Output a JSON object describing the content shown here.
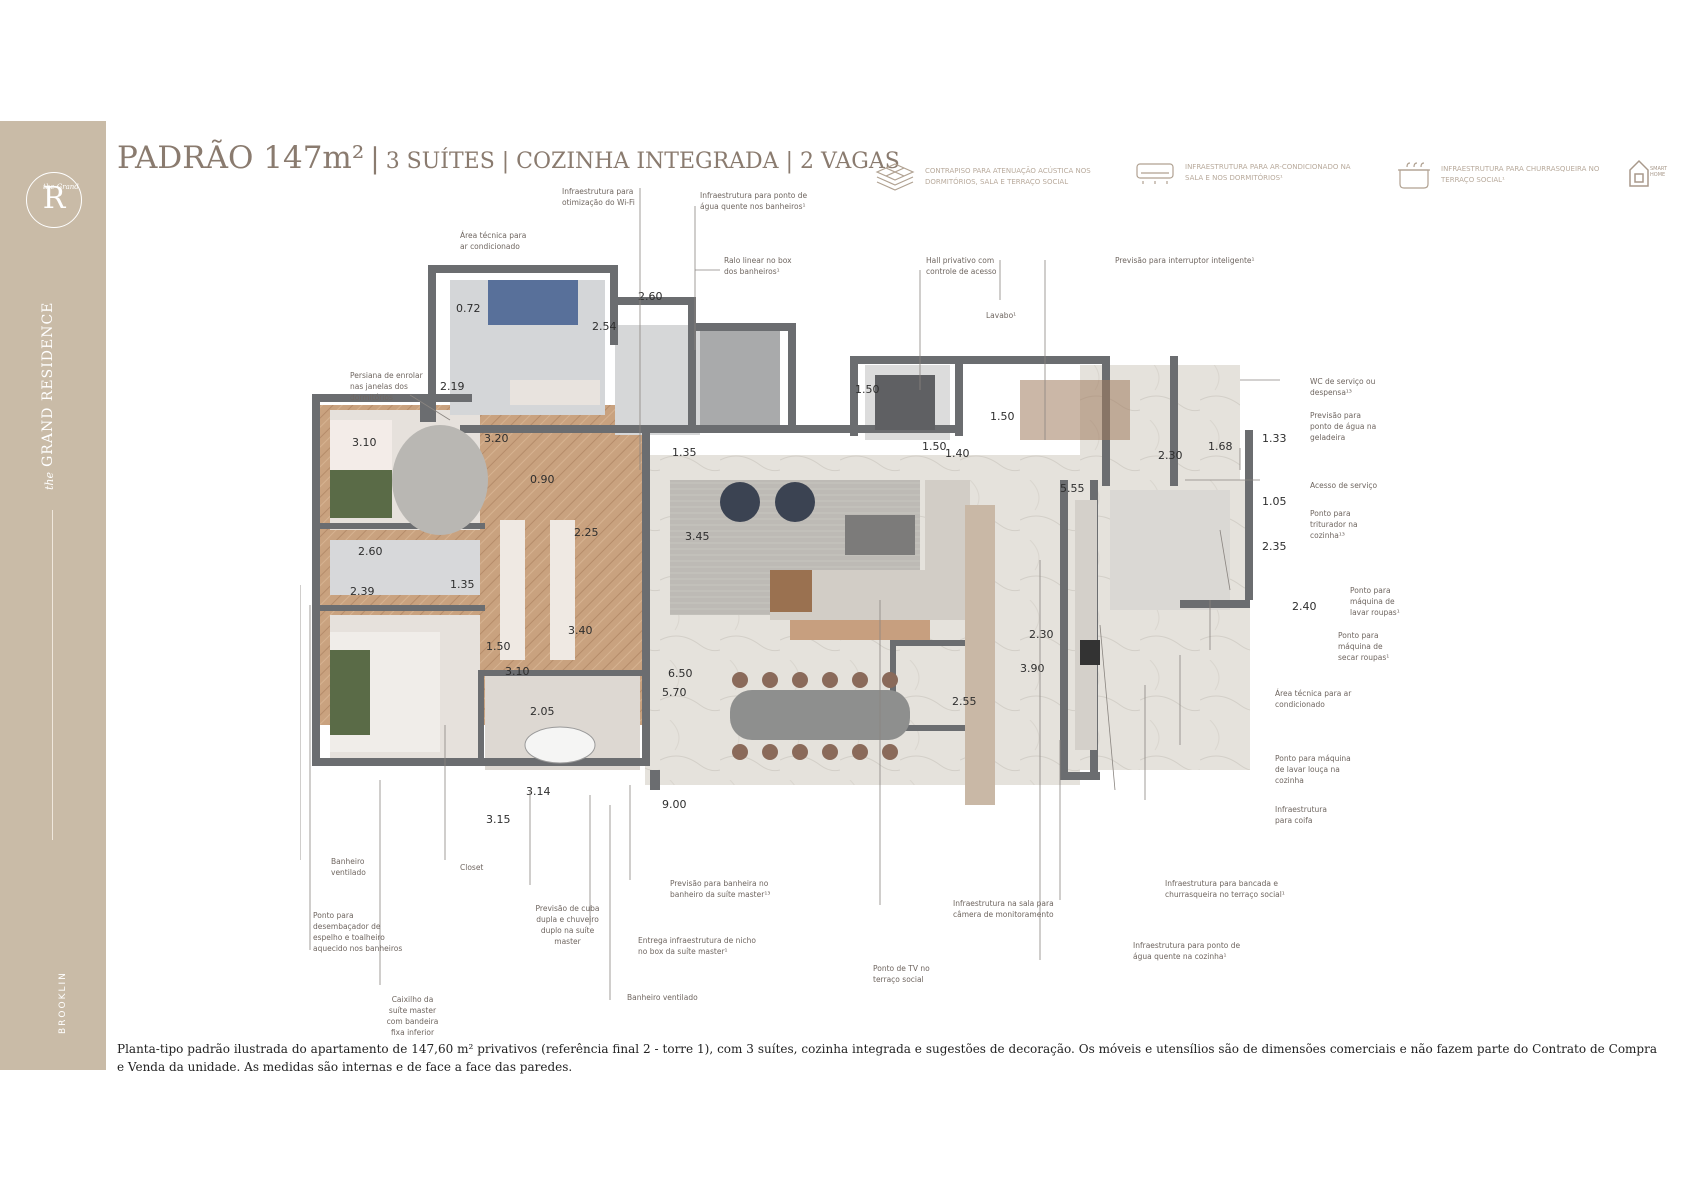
{
  "sidebar": {
    "logo_letter": "R",
    "logo_small": "the Grand",
    "brand_the": "the",
    "brand_name": "GRAND RESIDENCE",
    "location": "BROOKLIN"
  },
  "header": {
    "title_main": "PADRÃO 147m²",
    "title_sep": "|",
    "title_rest": "3 SUÍTES | COZINHA INTEGRADA | 2 VAGAS"
  },
  "features": [
    {
      "icon": "acoustic-layers-icon",
      "text": "CONTRAPISO PARA ATENUAÇÃO ACÚSTICA NOS DORMITÓRIOS, SALA E TERRAÇO SOCIAL"
    },
    {
      "icon": "air-conditioner-icon",
      "text": "INFRAESTRUTURA PARA AR-CONDICIONADO NA SALA E NOS DORMITÓRIOS¹"
    },
    {
      "icon": "grill-icon",
      "text": "INFRAESTRUTURA PARA CHURRASQUEIRA NO TERRAÇO SOCIAL¹"
    }
  ],
  "smart_badge": "SMART HOME",
  "annotations": [
    {
      "text": "Infraestrutura para otimização do Wi-Fi"
    },
    {
      "text": "Infraestrutura para ponto de água quente nos banheiros¹"
    },
    {
      "text": "Área técnica para ar condicionado"
    },
    {
      "text": "Ralo linear no box dos banheiros¹"
    },
    {
      "text": "Hall privativo com controle de acesso"
    },
    {
      "text": "Previsão para interruptor inteligente¹"
    },
    {
      "text": "Lavabo¹"
    },
    {
      "text": "Persiana de enrolar nas janelas dos dormitórios"
    },
    {
      "text": "WC de serviço ou despensa¹³"
    },
    {
      "text": "Previsão para ponto de água na geladeira"
    },
    {
      "text": "Acesso de serviço"
    },
    {
      "text": "Ponto para triturador na cozinha¹³"
    },
    {
      "text": "Ponto para máquina de lavar roupas¹"
    },
    {
      "text": "Ponto para máquina de secar roupas¹"
    },
    {
      "text": "Área técnica para ar condicionado"
    },
    {
      "text": "Ponto para máquina de lavar louça na cozinha"
    },
    {
      "text": "Infraestrutura para coifa"
    },
    {
      "text": "Banheiro ventilado"
    },
    {
      "text": "Closet"
    },
    {
      "text": "Ponto para desembaçador de espelho e toalheiro aquecido nos banheiros"
    },
    {
      "text": "Previsão de cuba dupla e chuveiro duplo na suíte master"
    },
    {
      "text": "Previsão para banheira no banheiro da suíte master¹³"
    },
    {
      "text": "Entrega infraestrutura de nicho no box da suíte master¹"
    },
    {
      "text": "Infraestrutura na sala para câmera de monitoramento"
    },
    {
      "text": "Infraestrutura para bancada e churrasqueira no terraço social¹"
    },
    {
      "text": "Infraestrutura para ponto de água quente na cozinha¹"
    },
    {
      "text": "Ponto de TV no terraço social"
    },
    {
      "text": "Caixilho da suíte master com bandeira fixa inferior"
    },
    {
      "text": "Banheiro ventilado"
    }
  ],
  "dimensions": [
    "0.72",
    "2.60",
    "2.54",
    "2.19",
    "3.20",
    "1.35",
    "0.90",
    "3.10",
    "1.50",
    "1.50",
    "1.40",
    "1.50",
    "5.55",
    "2.30",
    "1.68",
    "1.33",
    "1.05",
    "2.35",
    "2.40",
    "2.25",
    "3.45",
    "2.60",
    "2.39",
    "1.35",
    "1.50",
    "3.40",
    "6.50",
    "5.70",
    "3.90",
    "2.30",
    "2.55",
    "3.10",
    "2.05",
    "3.14",
    "3.15",
    "9.00"
  ],
  "footer": "Planta-tipo padrão ilustrada do apartamento de 147,60 m² privativos (referência final 2 - torre 1), com 3 suítes, cozinha integrada e sugestões de decoração. Os móveis e utensílios são de dimensões comerciais e não fazem parte do Contrato de Compra e Venda da unidade. As medidas são internas e de face a face das paredes."
}
